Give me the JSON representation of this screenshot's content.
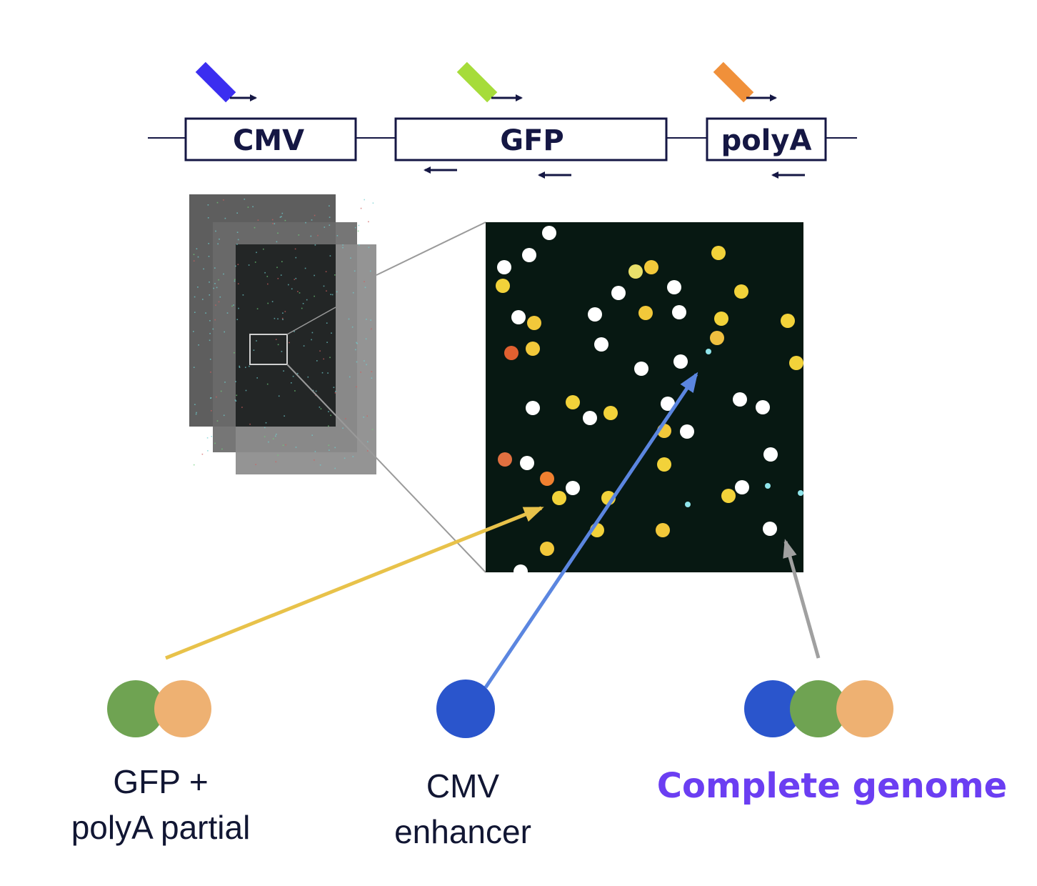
{
  "construct": {
    "boxes": [
      {
        "label": "CMV"
      },
      {
        "label": "GFP"
      },
      {
        "label": "polyA"
      }
    ],
    "probe_colors": {
      "cmv": "#3b2ef0",
      "gfp": "#a6dc3a",
      "polya": "#f0903a"
    },
    "line_color": "#151744"
  },
  "legend": {
    "partial": {
      "label_line1": "GFP +",
      "label_line2": "polyA partial",
      "dot_colors": [
        "#6fa352",
        "#eeb172"
      ],
      "arrow_color": "#e8c24a"
    },
    "enhancer": {
      "label_line1": "CMV",
      "label_line2": "enhancer",
      "dot_colors": [
        "#2a55cc"
      ],
      "arrow_color": "#5b86e0"
    },
    "complete": {
      "label": "Complete genome",
      "label_color": "#6b3ef2",
      "dot_colors": [
        "#2a55cc",
        "#6fa352",
        "#eeb172"
      ],
      "arrow_color": "#a0a0a0"
    }
  },
  "image_panel": {
    "background": "#071812"
  }
}
